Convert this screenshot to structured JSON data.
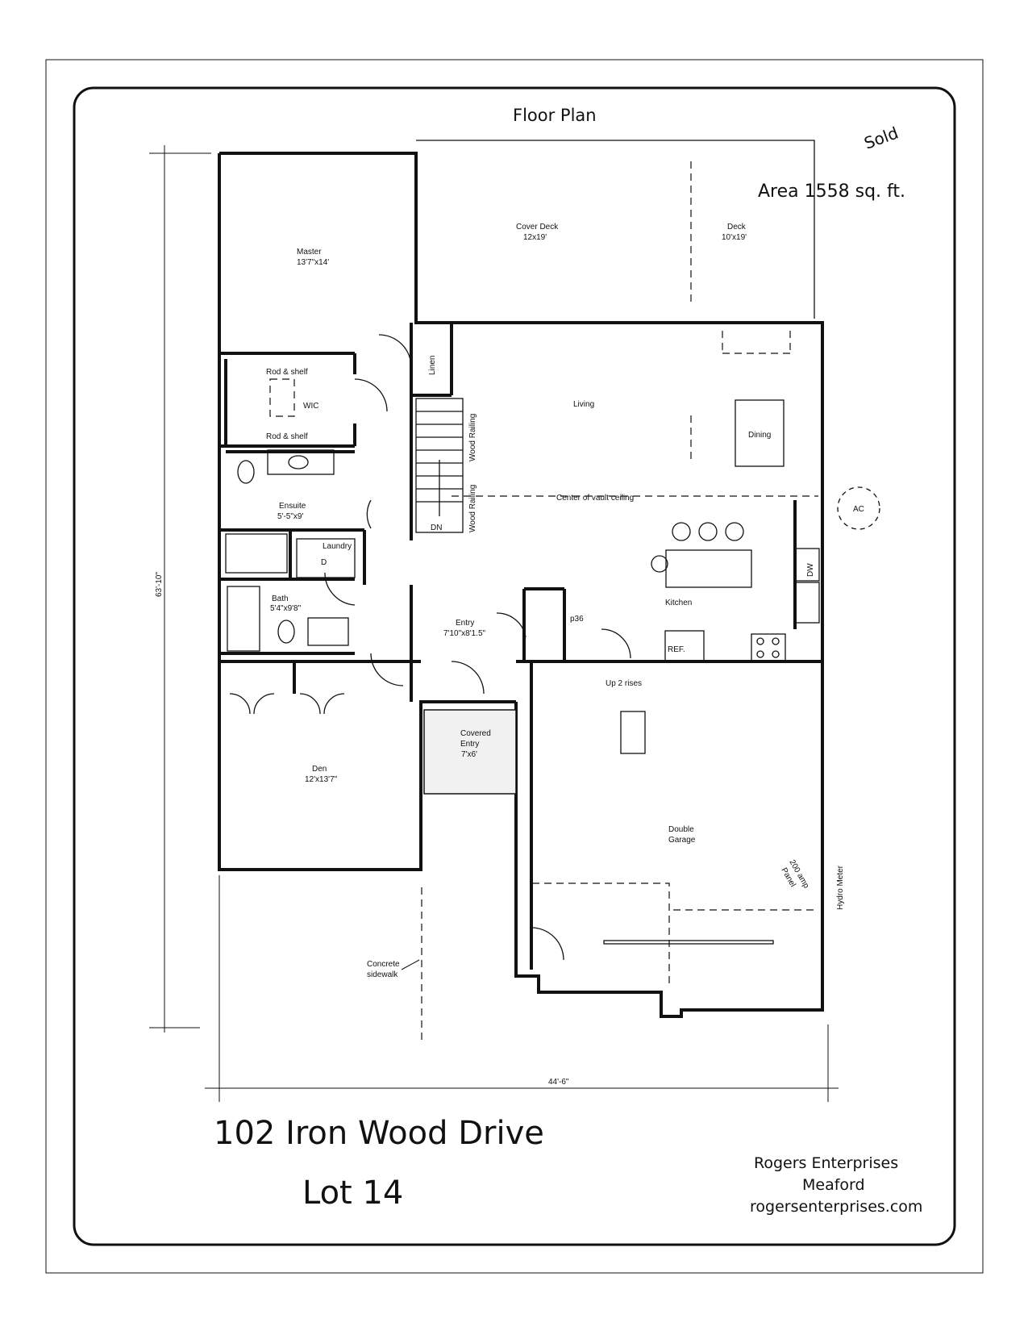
{
  "title": "Floor Plan",
  "status": "Sold",
  "area_label": "Area 1558  sq. ft.",
  "address": "102 Iron Wood Drive",
  "lot": "Lot 14",
  "company": {
    "name": "Rogers Enterprises",
    "town": "Meaford",
    "website": "rogersenterprises.com"
  },
  "dimensions": {
    "depth": "63'-10\"",
    "width": "44'-6\""
  },
  "rooms": {
    "master": {
      "name": "Master",
      "size": "13'7\"x14'"
    },
    "cover_deck": {
      "name": "Cover Deck",
      "size": "12x19'"
    },
    "deck": {
      "name": "Deck",
      "size": "10'x19'"
    },
    "wic": {
      "name": "WIC",
      "rod1": "Rod & shelf",
      "rod2": "Rod & shelf"
    },
    "linen": "Linen",
    "living": "Living",
    "dining": "Dining",
    "ensuite": {
      "name": "Ensuite",
      "size": "5'-5\"x9'"
    },
    "laundry": {
      "name": "Laundry",
      "dryer": "D"
    },
    "bath": {
      "name": "Bath",
      "size": "5'4\"x9'8\""
    },
    "entry": {
      "name": "Entry",
      "size": "7'10\"x8'1.5\""
    },
    "pantry": "p36",
    "kitchen": "Kitchen",
    "ref": "REF.",
    "dw": "DW",
    "covered_entry": {
      "line1": "Covered",
      "line2": "Entry",
      "size": "7'x6'"
    },
    "den": {
      "name": "Den",
      "size": "12'x13'7\""
    },
    "garage": {
      "line1": "Double",
      "line2": "Garage"
    }
  },
  "notes": {
    "railing1": "Wood Railing",
    "railing2": "Wood Railing",
    "stairs": "DN",
    "vault": "Center of vault ceiling",
    "ac": "AC",
    "up": "Up 2 rises",
    "panel1": "200 amp",
    "panel2": "Panel",
    "meter": "Hydro Meter",
    "sidewalk1": "Concrete",
    "sidewalk2": "sidewalk"
  }
}
